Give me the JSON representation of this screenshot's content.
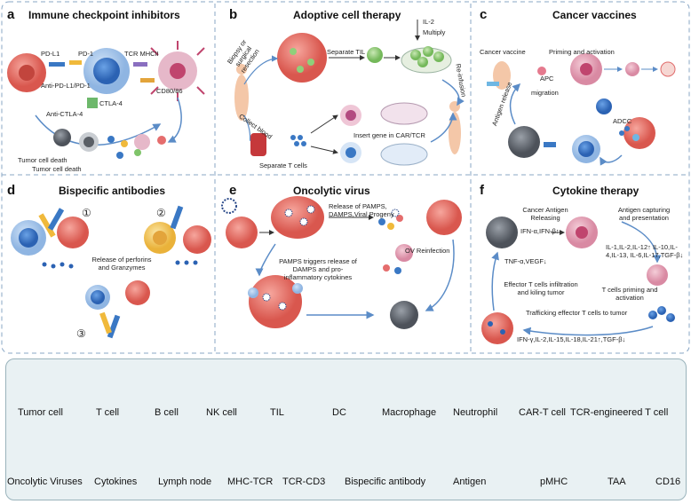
{
  "panels": {
    "a": {
      "letter": "a",
      "title": "Immune checkpoint inhibitors",
      "labels": {
        "pdl1": "PD-L1",
        "pd1": "PD-1",
        "tcr_mhc": "TCR MHCII",
        "anti_pd": "Anti-PD-L1/PD-1",
        "cd80": "CD80/86",
        "ctla4": "CTLA-4",
        "anti_ctla4": "Anti-CTLA-4",
        "death1": "Tumor cell death",
        "death2": "Tumor cell death"
      }
    },
    "b": {
      "letter": "b",
      "title": "Adoptive cell therapy",
      "labels": {
        "biopsy": "Biopsy or surgical resection",
        "sep_til": "Separate TIL",
        "il2": "IL-2",
        "multiply": "Multiply",
        "reinfusion": "Re-infusion",
        "insert": "Insert gene in CAR/TCR",
        "collect": "Collect blood",
        "sep_t": "Separate T cells"
      }
    },
    "c": {
      "letter": "c",
      "title": "Cancer vaccines",
      "labels": {
        "vaccine": "Cancer vaccine",
        "priming": "Priming and activation",
        "apc": "APC",
        "migration": "migration",
        "antigen_release": "Antigen release",
        "adcc": "ADCC"
      }
    },
    "d": {
      "letter": "d",
      "title": "Bispecific antibodies",
      "labels": {
        "n1": "①",
        "n2": "②",
        "n3": "③",
        "release": "Release of perforins and Granzymes"
      }
    },
    "e": {
      "letter": "e",
      "title": "Oncolytic virus",
      "labels": {
        "release": "Release of PAMPS, DAMPS,Viral Progeny",
        "ov": "OV Reinfection",
        "pamps": "PAMPS triggers release of DAMPS and pro-inflammatory cytokines"
      }
    },
    "f": {
      "letter": "f",
      "title": "Cytokine therapy",
      "labels": {
        "cancer_antigen": "Cancer Antigen Releasing",
        "ifn": "IFN-α,IFN-β↑",
        "capturing": "Antigen capturing and presentation",
        "il_list": "IL-1,IL-2,IL-12↑ IL-10,IL-4,IL-13, IL-6,IL-17,TGF-β↓",
        "tnf": "TNF-α,VEGF↓",
        "effector": "Effector T cells infiltration and kiling tumor",
        "priming": "T cells priming and activation",
        "trafficking": "Trafficking effector T cells to tumor",
        "ifn_list": "IFN-γ,IL-2,IL-15,IL-18,IL-21↑,TGF-β↓"
      }
    }
  },
  "legend": {
    "row1": [
      "Tumor cell",
      "T cell",
      "B cell",
      "NK cell",
      "TIL",
      "DC",
      "Macrophage",
      "Neutrophil",
      "CAR-T cell",
      "TCR-engineered T cell"
    ],
    "row2": [
      "Oncolytic Viruses",
      "Cytokines",
      "Lymph node",
      "MHC-TCR",
      "TCR-CD3",
      "Bispecific antibody",
      "Antigen",
      "pMHC",
      "TAA",
      "CD16"
    ]
  },
  "colors": {
    "tumor": "#e8736a",
    "tcell": "#3f7fd0",
    "bcell": "#e58aa4",
    "nk": "#f1c84a",
    "til": "#7fc46a",
    "dc": "#c0456e",
    "macrophage": "#5a5f66",
    "neutrophil": "#e3a7b8",
    "antigen_pink": "#f1a08a",
    "antigen_blue": "#6fb7e3",
    "taa": "#e25555",
    "cd16": "#8fc6e8",
    "divider": "#8aa7c6",
    "legend_bg": "#e9f1f3"
  }
}
